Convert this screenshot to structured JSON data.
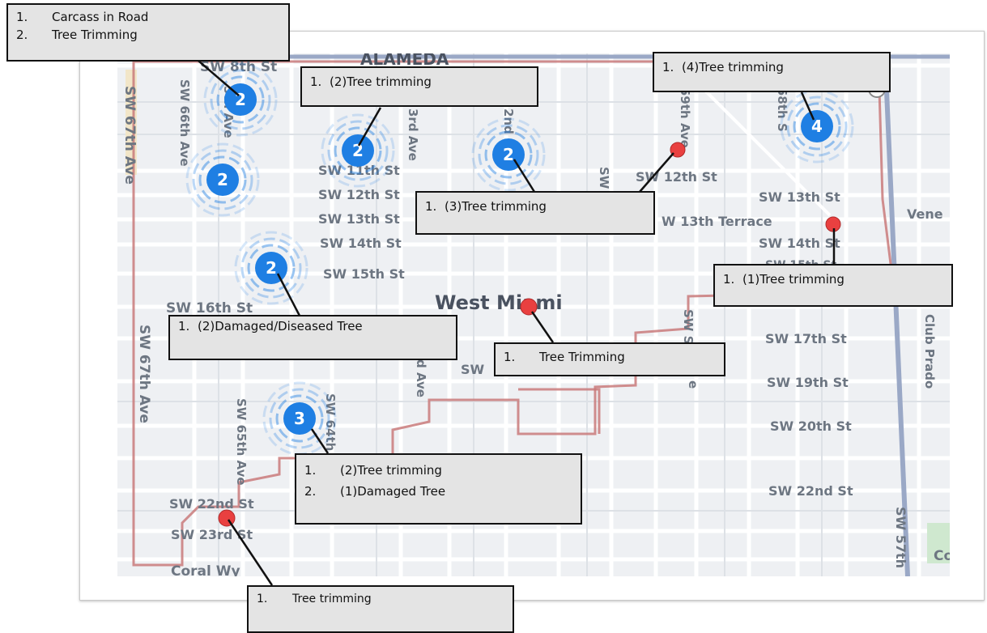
{
  "map": {
    "place_label": "West Miami",
    "streets": {
      "alameda": "ALAMEDA",
      "sw8": "SW 8th St",
      "sw67a": "SW 67th Ave",
      "sw67b": "SW 67th Ave",
      "sw66": "SW 66th Ave",
      "sw65a": "5th Ave",
      "sw11": "SW 11th St",
      "sw12a": "SW 12th St",
      "sw13a": "SW 13th St",
      "sw14a": "SW 14th St",
      "sw15a": "SW 15th St",
      "sw16": "SW 16th St",
      "ave63": "3rd Ave",
      "ave62": "2nd A",
      "ave59": "59th Ave",
      "ave58": "58th S",
      "sw12b": "SW 12th St",
      "sw13b": "SW 13th St",
      "sw13t": "W 13th Terrace",
      "sw14b": "SW 14th St",
      "sw15b": "SW 15th St",
      "vene": "Vene",
      "sw17": "SW 17th St",
      "sw19": "SW 19th St",
      "sw20": "SW 20th St",
      "sw22b": "SW 22nd St",
      "sw22a": "SW 22nd St",
      "sw23": "SW 23rd St",
      "coral": "Coral Wy",
      "sw65b": "SW 65th Ave",
      "sw64": "SW 64th",
      "sw57": "SW 57th",
      "clubprado": "Club Prado",
      "swfrag": "SW",
      "rdave": "d Ave",
      "swvert": "SW",
      "swvert2": "SW S",
      "e_frag": "e",
      "co": "Co"
    },
    "clusters": [
      {
        "id": "c1",
        "count": "2"
      },
      {
        "id": "c2",
        "count": "2"
      },
      {
        "id": "c3",
        "count": "2"
      },
      {
        "id": "c4",
        "count": "2"
      },
      {
        "id": "c5",
        "count": "4"
      },
      {
        "id": "c6",
        "count": "2"
      },
      {
        "id": "c7",
        "count": "3"
      }
    ],
    "colors": {
      "cluster": "#1f7fe3",
      "pin": "#e94040",
      "boundary": "#c97a7a",
      "highway": "#9aa8c6"
    }
  },
  "callouts": [
    {
      "id": "a",
      "lines": [
        {
          "num": "1.",
          "text": "Carcass in Road"
        },
        {
          "num": "2.",
          "text": "Tree Trimming"
        }
      ]
    },
    {
      "id": "b",
      "lines": [
        {
          "num": "1.",
          "text": "(2)Tree trimming"
        }
      ]
    },
    {
      "id": "c",
      "lines": [
        {
          "num": "1.",
          "text": "(4)Tree trimming"
        }
      ]
    },
    {
      "id": "d",
      "lines": [
        {
          "num": "1.",
          "text": "(3)Tree trimming"
        }
      ]
    },
    {
      "id": "e",
      "lines": [
        {
          "num": "1.",
          "text": "(1)Tree trimming"
        }
      ]
    },
    {
      "id": "f",
      "lines": [
        {
          "num": "1.",
          "text": "(2)Damaged/Diseased Tree"
        }
      ]
    },
    {
      "id": "g",
      "lines": [
        {
          "num": "1.",
          "text": "Tree Trimming"
        }
      ]
    },
    {
      "id": "h",
      "lines": [
        {
          "num": "1.",
          "text": "(2)Tree trimming"
        },
        {
          "num": "2.",
          "text": "(1)Damaged Tree"
        }
      ]
    },
    {
      "id": "i",
      "lines": [
        {
          "num": "1.",
          "text": "Tree trimming"
        }
      ]
    }
  ]
}
